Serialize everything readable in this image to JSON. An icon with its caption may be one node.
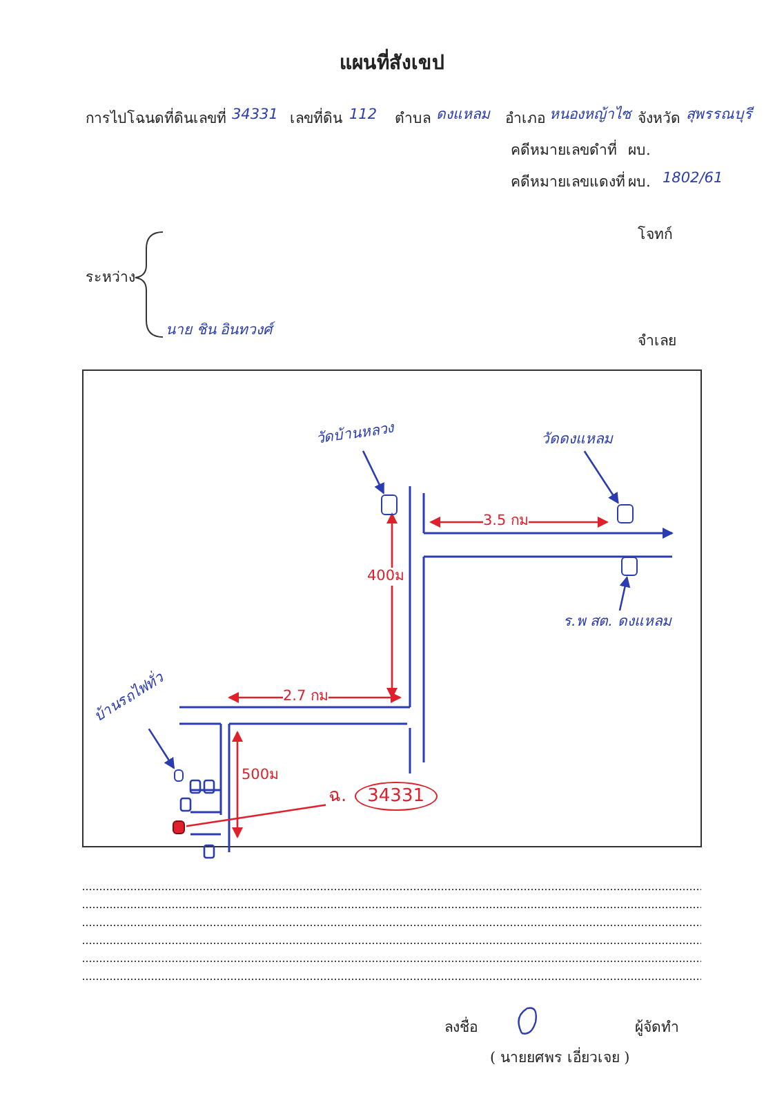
{
  "diagram": {
    "title": "แผนที่สังเขป",
    "nodes": [
      {
        "text": [
          "วัดบ้านหลวง"
        ]
      },
      {
        "text": [],
        "shape": "box"
      },
      {
        "text": [
          "วัดดงแหลม"
        ]
      },
      {
        "text": [],
        "shape": "box"
      },
      {
        "text": [],
        "shape": "box"
      },
      {
        "text": [
          "ร.พ สต. ดงแหลม"
        ]
      },
      {
        "text": [
          "บ้านรถไฟทั่ว"
        ]
      },
      {
        "text": [],
        "shape": "box"
      },
      {
        "text": [],
        "shape": "box"
      },
      {
        "text": [
          "ฉ.",
          "34331"
        ]
      }
    ],
    "edges": [
      {
        "from": 0,
        "to": 1,
        "arrow": "to"
      },
      {
        "from": 2,
        "to": 3,
        "arrow": "to"
      },
      {
        "from": 5,
        "to": 4,
        "arrow": "to"
      },
      {
        "from": 6,
        "to": 7,
        "arrow": "to"
      },
      {
        "from": 9,
        "to": 8,
        "arrow": "none",
        "color": "#e0202a"
      }
    ],
    "labels": [
      "การไปโฉนดที่ดินเลขที่",
      "34331",
      "เลขที่ดิน",
      "112",
      "ตำบล",
      "ดงแหลม",
      "อำเภอ",
      "หนองหญ้าไซ",
      "จังหวัด",
      "สุพรรณบุรี",
      "คดีหมายเลขดำที่",
      "ผบ.",
      "คดีหมายเลขแดงที่",
      "ผบ.",
      "1802/61",
      "ระหว่าง",
      "โจทก์",
      "นาย ชิน อินทวงศ์",
      "จำเลย",
      "3.5 กม",
      "400ม",
      "2.7 กม",
      "500ม",
      "ลงชื่อ",
      "ผู้จัดทำ",
      "( นายยศพร เอี่ยวเจย )"
    ]
  }
}
